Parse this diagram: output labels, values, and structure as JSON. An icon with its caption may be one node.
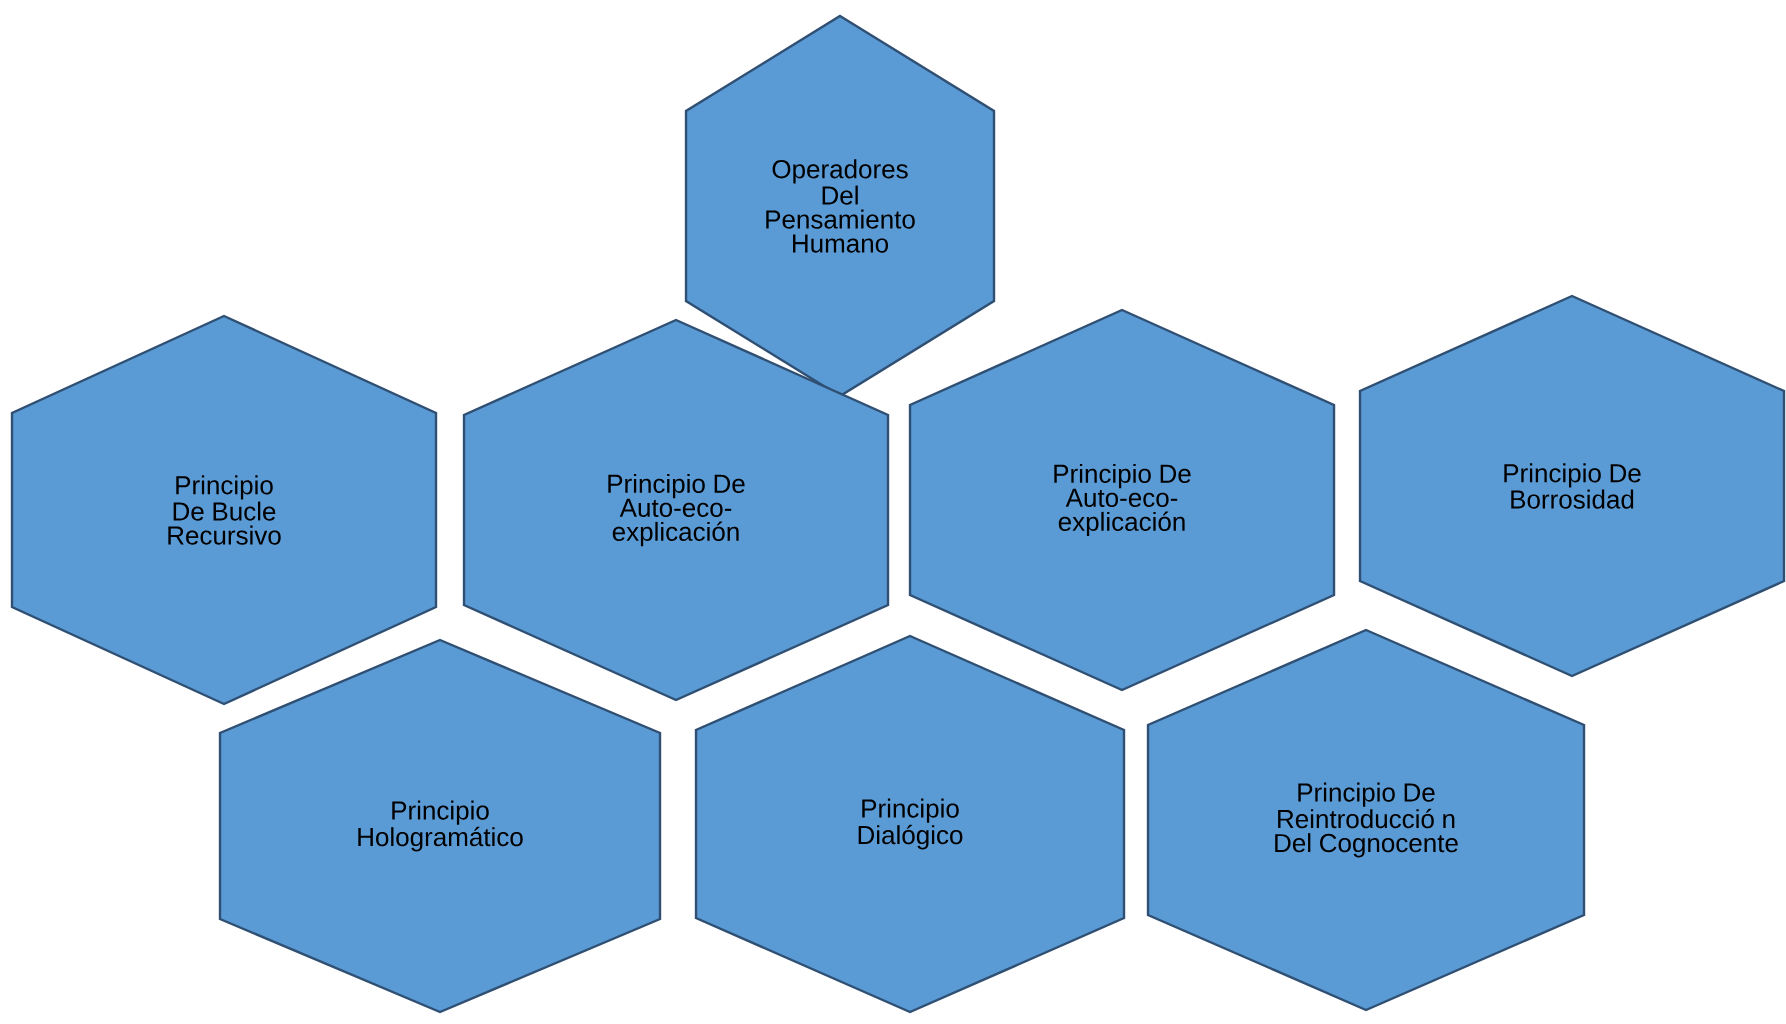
{
  "diagram": {
    "nodes": [
      {
        "text": [
          "Operadores Del Pensamiento Humano"
        ]
      },
      {
        "text": [
          "Principio De Bucle Recursivo"
        ]
      },
      {
        "text": [
          "Principio De Auto-eco-explicación"
        ]
      },
      {
        "text": [
          "Principio De Auto-eco-explicación"
        ]
      },
      {
        "text": [
          "Principio De Borrosidad"
        ]
      },
      {
        "text": [
          "Principio Hologramático"
        ]
      },
      {
        "text": [
          "Principio Dialógico"
        ]
      },
      {
        "text": [
          "Principio De Reintroducció n Del Cognocente"
        ]
      }
    ]
  }
}
